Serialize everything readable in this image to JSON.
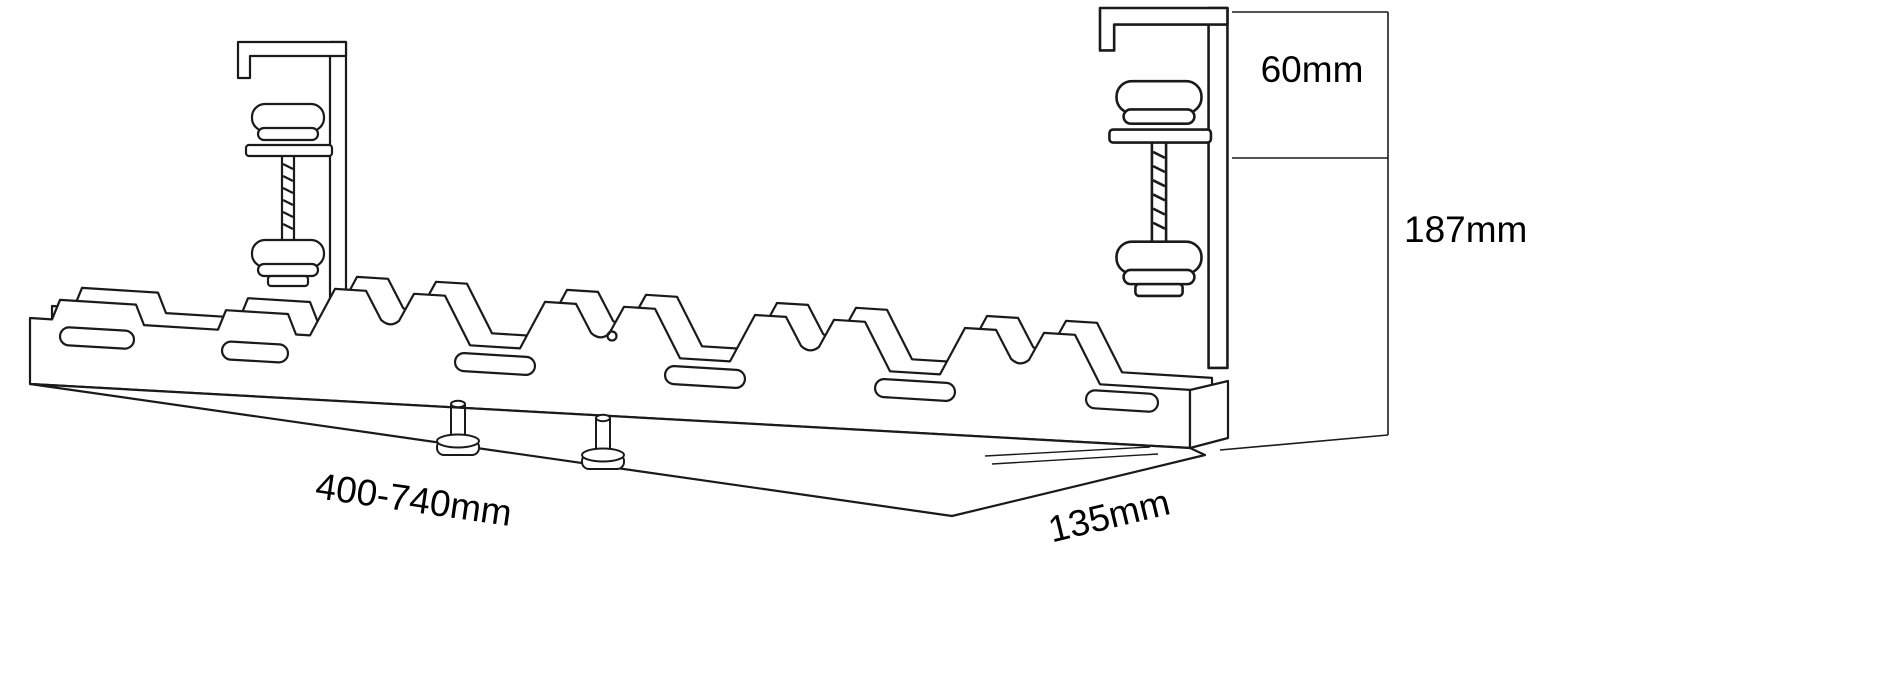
{
  "page": {
    "background": "#ffffff",
    "line_color": "#1a1a1a"
  },
  "diagram": {
    "type": "technical-drawing",
    "subject": "under-desk cable management tray with two desk clamps",
    "labels": {
      "clamp_opening": "60mm",
      "overall_height": "187mm",
      "width_range": "400-740mm",
      "depth": "135mm"
    }
  }
}
